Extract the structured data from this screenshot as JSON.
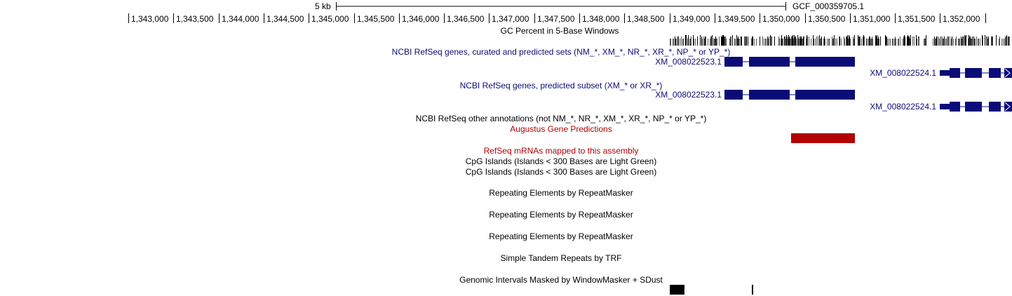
{
  "ruler": {
    "scale_label": "5 kb",
    "assembly_label": "GCF_000359705.1",
    "coords": [
      "1,343,000",
      "1,343,500",
      "1,344,000",
      "1,344,500",
      "1,345,000",
      "1,345,500",
      "1,346,000",
      "1,346,500",
      "1,347,000",
      "1,347,500",
      "1,348,000",
      "1,348,500",
      "1,349,000",
      "1,349,500",
      "1,350,000",
      "1,350,500",
      "1,351,000",
      "1,351,500",
      "1,352,000"
    ]
  },
  "tracks": {
    "gc_percent": "GC Percent in 5-Base Windows",
    "refseq_all": "NCBI RefSeq genes, curated and predicted sets (NM_*, XM_*, NR_*, XR_*, NP_* or YP_*)",
    "refseq_predicted": "NCBI RefSeq genes, predicted subset (XM_* or XR_*)",
    "refseq_other": "NCBI RefSeq other annotations (not NM_*, NR_*, XM_*, XR_*, NP_* or YP_*)",
    "augustus": "Augustus Gene Predictions",
    "refseq_mrna": "RefSeq mRNAs mapped to this assembly",
    "cpg1": "CpG Islands (Islands < 300 Bases are Light Green)",
    "cpg2": "CpG Islands (Islands < 300 Bases are Light Green)",
    "rmsk1": "Repeating Elements by RepeatMasker",
    "rmsk2": "Repeating Elements by RepeatMasker",
    "rmsk3": "Repeating Elements by RepeatMasker",
    "trf": "Simple Tandem Repeats by TRF",
    "windowmasker": "Genomic Intervals Masked by WindowMasker + SDust"
  },
  "genes": {
    "a1": "XM_008022523.1",
    "b1": "XM_008022524.1",
    "a2": "XM_008022523.1",
    "b2": "XM_008022524.1"
  },
  "colors": {
    "refseq_blue": "#0c0c78",
    "augustus_red": "#b40000",
    "label_blue": "#0c0c78",
    "label_red": "#b40000"
  }
}
